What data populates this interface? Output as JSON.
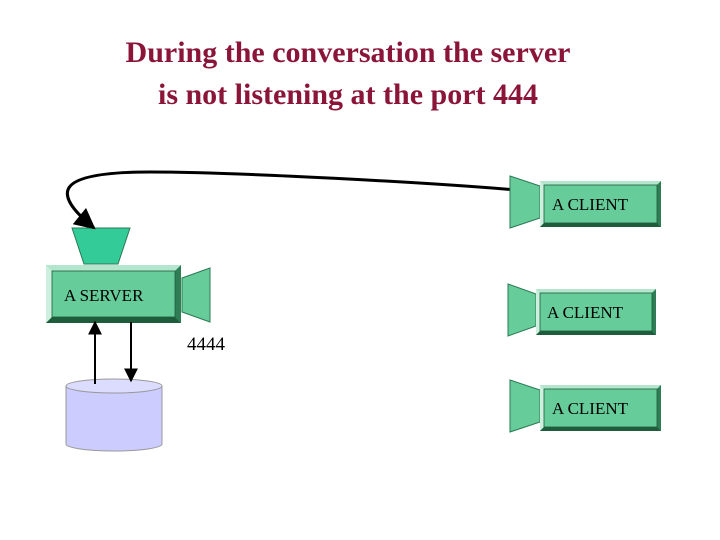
{
  "title": {
    "line1": "During the conversation the server",
    "line2": "is not listening at the port 444"
  },
  "server": {
    "label": "A SERVER",
    "port": "4444"
  },
  "clients": [
    {
      "label": "A CLIENT"
    },
    {
      "label": "A CLIENT"
    },
    {
      "label": "A CLIENT"
    }
  ],
  "colors": {
    "title": "#8b1538",
    "box_face": "#66cc99",
    "box_top": "#b3e6cc",
    "box_left": "#ccf0dd",
    "box_right": "#2e7d55",
    "box_bottom": "#1f5c3c",
    "funnel": "#33cc99",
    "database": "#ccccff",
    "arrow": "#000000"
  }
}
